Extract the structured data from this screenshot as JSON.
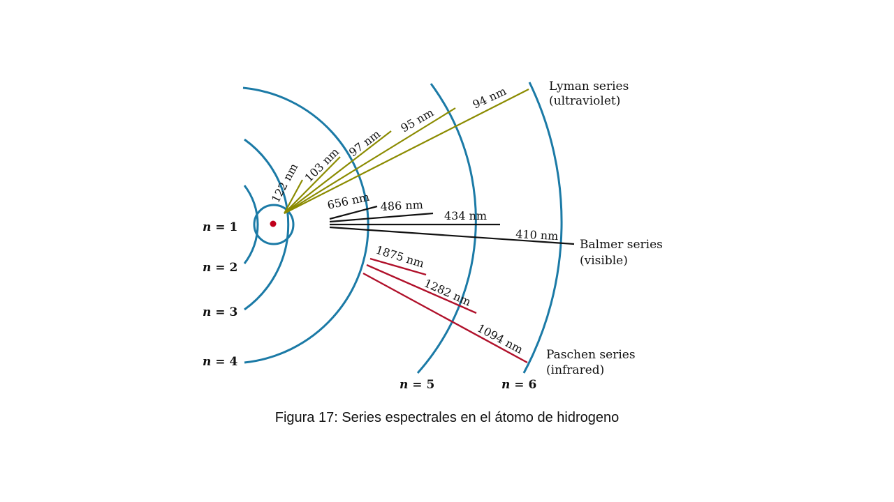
{
  "caption": "Figura 17: Series espectrales en el átomo de hidrogeno",
  "colors": {
    "orbit": "#1b7aa6",
    "lyman": "#8b8b00",
    "balmer": "#111111",
    "paschen": "#b0102a",
    "nucleus": "#c0001c"
  },
  "levels": [
    {
      "var": "n",
      "eq": " = 1"
    },
    {
      "var": "n",
      "eq": " = 2"
    },
    {
      "var": "n",
      "eq": " = 3"
    },
    {
      "var": "n",
      "eq": " = 4"
    },
    {
      "var": "n",
      "eq": " = 5"
    },
    {
      "var": "n",
      "eq": " = 6"
    }
  ],
  "series": {
    "lyman": {
      "name": "Lyman series",
      "range": "(ultraviolet)"
    },
    "balmer": {
      "name": "Balmer series",
      "range": "(visible)"
    },
    "paschen": {
      "name": "Paschen series",
      "range": "(infrared)"
    }
  },
  "wavelengths": {
    "lyman": [
      "122 nm",
      "103 nm",
      "97 nm",
      "95 nm",
      "94 nm"
    ],
    "balmer": [
      "656 nm",
      "486 nm",
      "434 nm",
      "410 nm"
    ],
    "paschen": [
      "1875 nm",
      "1282 nm",
      "1094 nm"
    ]
  }
}
